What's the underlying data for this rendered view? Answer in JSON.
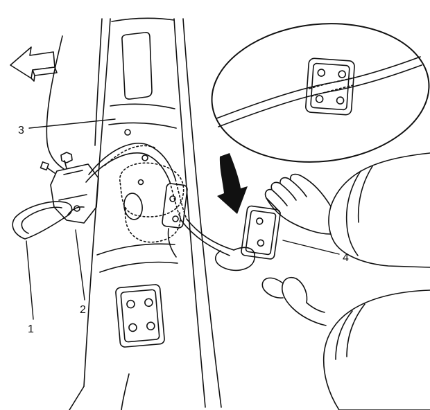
{
  "figure": {
    "type": "technical-illustration",
    "colors": {
      "line": "#111111",
      "background": "#ffffff",
      "arrow_fill": "#111111"
    },
    "callouts": [
      {
        "label": "1"
      },
      {
        "label": "2"
      },
      {
        "label": "3"
      },
      {
        "label": "4"
      }
    ]
  }
}
